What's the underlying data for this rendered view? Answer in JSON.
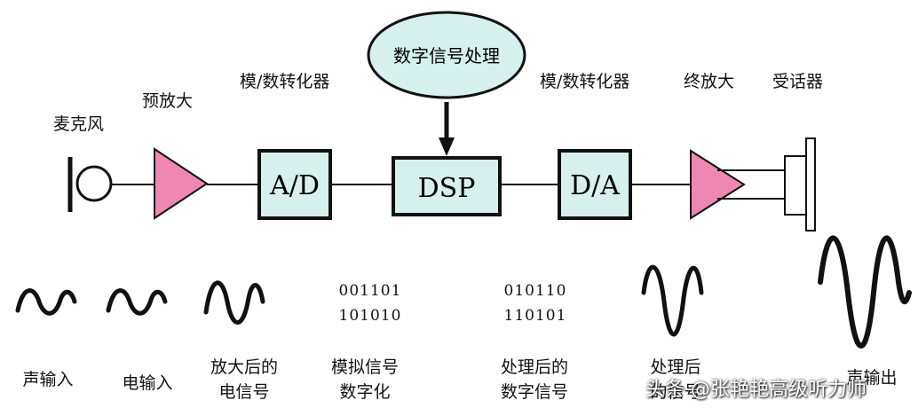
{
  "labels": {
    "mic": "麦克风",
    "preamp": "预放大",
    "adc": "模/数转化器",
    "dsp_cloud": "数字信号处理",
    "dac": "模/数转化器",
    "final_amp": "终放大",
    "receiver": "受话器"
  },
  "boxes": {
    "ad": "A/D",
    "dsp": "DSP",
    "da": "D/A"
  },
  "bits": {
    "adc_out": "001101\n101010",
    "dsp_out": "010110\n110101"
  },
  "captions": {
    "sound_in": "声输入",
    "elec_in": "电输入",
    "amplified": "放大后的\n电信号",
    "digitized": "模拟信号\n数字化",
    "processed_digital": "处理后的\n数字信号",
    "processed_analog": "处理后\n的信号",
    "sound_out": "声输出"
  },
  "watermark": "头条 @张艳艳高级听力师",
  "colors": {
    "box_fill": "#d6f0ee",
    "amp_fill": "#ee88b3",
    "line": "#111111"
  }
}
